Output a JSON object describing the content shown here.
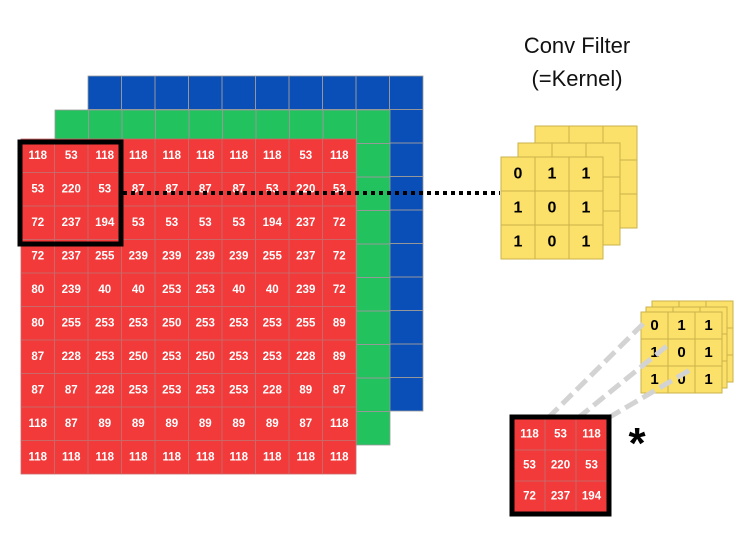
{
  "title": {
    "line1": "Conv Filter",
    "line2": "(=Kernel)"
  },
  "colors": {
    "red": "#f23a3a",
    "green": "#22c25f",
    "blue": "#0a4fb8",
    "kernel_yellow": "#fbe06a",
    "grid_line": "#9a9a9a",
    "border_black": "#000000",
    "dashed_line": "#d3d3d3"
  },
  "input_matrix": [
    [
      "118",
      "53",
      "118",
      "118",
      "118",
      "118",
      "118",
      "118",
      "53",
      "118"
    ],
    [
      "53",
      "220",
      "53",
      "87",
      "87",
      "87",
      "87",
      "53",
      "220",
      "53"
    ],
    [
      "72",
      "237",
      "194",
      "53",
      "53",
      "53",
      "53",
      "194",
      "237",
      "72"
    ],
    [
      "72",
      "237",
      "255",
      "239",
      "239",
      "239",
      "239",
      "255",
      "237",
      "72"
    ],
    [
      "80",
      "239",
      "40",
      "40",
      "253",
      "253",
      "40",
      "40",
      "239",
      "72"
    ],
    [
      "80",
      "255",
      "253",
      "253",
      "250",
      "253",
      "253",
      "253",
      "255",
      "89"
    ],
    [
      "87",
      "228",
      "253",
      "250",
      "253",
      "250",
      "253",
      "253",
      "228",
      "89"
    ],
    [
      "87",
      "87",
      "228",
      "253",
      "253",
      "253",
      "253",
      "228",
      "89",
      "87"
    ],
    [
      "118",
      "87",
      "89",
      "89",
      "89",
      "89",
      "89",
      "89",
      "87",
      "118"
    ],
    [
      "118",
      "118",
      "118",
      "118",
      "118",
      "118",
      "118",
      "118",
      "118",
      "118"
    ]
  ],
  "kernel": [
    [
      "0",
      "1",
      "1"
    ],
    [
      "1",
      "0",
      "1"
    ],
    [
      "1",
      "0",
      "1"
    ]
  ],
  "patch": [
    [
      "118",
      "53",
      "118"
    ],
    [
      "53",
      "220",
      "53"
    ],
    [
      "72",
      "237",
      "194"
    ]
  ],
  "operator_symbol": "*"
}
